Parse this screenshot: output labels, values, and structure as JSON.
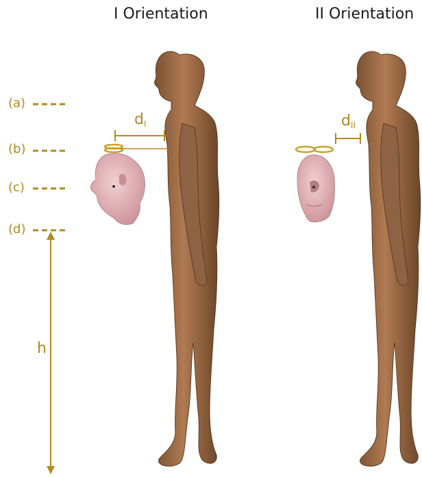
{
  "titles": {
    "first": "I Orientation",
    "second": "II Orientation"
  },
  "levels": {
    "a": "(a)",
    "b": "(b)",
    "c": "(c)",
    "d": "(d)"
  },
  "dims": {
    "d1": {
      "base": "d",
      "sub": "I"
    },
    "d2": {
      "base": "d",
      "sub": "II"
    },
    "h": "h"
  },
  "colors": {
    "annotation": "#b08a20",
    "skin": "#a36f4a",
    "head": "#e3b4b8"
  }
}
